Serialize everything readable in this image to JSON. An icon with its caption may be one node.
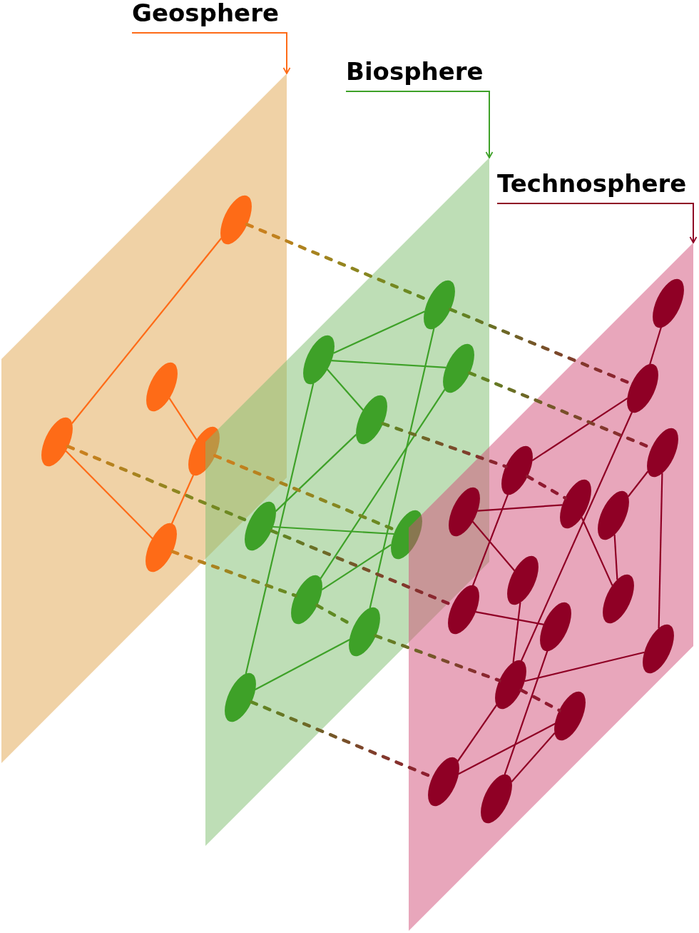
{
  "diagram": {
    "nodes": [
      {
        "text": [
          "Geosphere"
        ]
      },
      {
        "text": [],
        "shape": "parallelogram"
      },
      {
        "text": [],
        "shape": "ellipse",
        "in": 1
      },
      {
        "text": [],
        "shape": "ellipse",
        "in": 1
      },
      {
        "text": [],
        "shape": "ellipse",
        "in": 1
      },
      {
        "text": [],
        "shape": "ellipse",
        "in": 1
      },
      {
        "text": [],
        "shape": "ellipse",
        "in": 1
      },
      {
        "text": [
          "Biosphere"
        ]
      },
      {
        "text": [],
        "shape": "parallelogram"
      },
      {
        "text": [],
        "shape": "ellipse",
        "in": 8
      },
      {
        "text": [],
        "shape": "ellipse",
        "in": 8
      },
      {
        "text": [],
        "shape": "ellipse",
        "in": 8
      },
      {
        "text": [],
        "shape": "ellipse",
        "in": 8
      },
      {
        "text": [],
        "shape": "ellipse",
        "in": 8
      },
      {
        "text": [],
        "shape": "ellipse",
        "in": 8
      },
      {
        "text": [],
        "shape": "ellipse",
        "in": 8
      },
      {
        "text": [],
        "shape": "ellipse",
        "in": 8
      },
      {
        "text": [],
        "shape": "ellipse",
        "in": 8
      },
      {
        "text": [
          "Technosphere"
        ]
      },
      {
        "text": [],
        "shape": "parallelogram"
      },
      {
        "text": [],
        "shape": "ellipse",
        "in": 19
      },
      {
        "text": [],
        "shape": "ellipse",
        "in": 19
      },
      {
        "text": [],
        "shape": "ellipse",
        "in": 19
      },
      {
        "text": [],
        "shape": "ellipse",
        "in": 19
      },
      {
        "text": [],
        "shape": "ellipse",
        "in": 19
      },
      {
        "text": [],
        "shape": "ellipse"
      },
      {
        "text": [],
        "shape": "ellipse",
        "in": 19
      },
      {
        "text": [],
        "shape": "ellipse",
        "in": 19
      },
      {
        "text": [],
        "shape": "ellipse",
        "in": 19
      },
      {
        "text": [],
        "shape": "ellipse",
        "in": 19
      },
      {
        "text": [],
        "shape": "ellipse",
        "in": 19
      },
      {
        "text": [],
        "shape": "ellipse",
        "in": 19
      },
      {
        "text": [],
        "shape": "ellipse",
        "in": 19
      },
      {
        "text": [],
        "shape": "ellipse",
        "in": 19
      },
      {
        "text": [],
        "shape": "ellipse",
        "in": 19
      },
      {
        "text": [],
        "shape": "ellipse",
        "in": 19
      }
    ],
    "edges": [
      {
        "from": 0,
        "to": 1,
        "arrow": "to",
        "color": "#fe6b17"
      },
      {
        "from": 2,
        "to": 4,
        "arrow": "none",
        "color": "#fe6b17"
      },
      {
        "from": 3,
        "to": 5,
        "arrow": "none",
        "color": "#fe6b17"
      },
      {
        "from": 4,
        "to": 6,
        "arrow": "none",
        "color": "#fe6b17"
      },
      {
        "from": 5,
        "to": 6,
        "arrow": "none",
        "color": "#fe6b17"
      },
      {
        "from": 7,
        "to": 8,
        "arrow": "to",
        "color": "#3ea128"
      },
      {
        "from": 9,
        "to": 10,
        "arrow": "none",
        "color": "#3ea128"
      },
      {
        "from": 9,
        "to": 16,
        "arrow": "none",
        "color": "#3ea128"
      },
      {
        "from": 10,
        "to": 11,
        "arrow": "none",
        "color": "#3ea128"
      },
      {
        "from": 10,
        "to": 12,
        "arrow": "none",
        "color": "#3ea128"
      },
      {
        "from": 10,
        "to": 17,
        "arrow": "none",
        "color": "#3ea128"
      },
      {
        "from": 11,
        "to": 15,
        "arrow": "none",
        "color": "#3ea128"
      },
      {
        "from": 12,
        "to": 13,
        "arrow": "none",
        "color": "#3ea128"
      },
      {
        "from": 13,
        "to": 14,
        "arrow": "none",
        "color": "#3ea128"
      },
      {
        "from": 14,
        "to": 15,
        "arrow": "none",
        "color": "#3ea128"
      },
      {
        "from": 16,
        "to": 17,
        "arrow": "none",
        "color": "#3ea128"
      },
      {
        "from": 18,
        "to": 19,
        "arrow": "to"
      },
      {
        "from": 20,
        "to": 21,
        "arrow": "none"
      },
      {
        "from": 21,
        "to": 23,
        "arrow": "none"
      },
      {
        "from": 21,
        "to": 32,
        "arrow": "none"
      },
      {
        "from": 22,
        "to": 26,
        "arrow": "none"
      },
      {
        "from": 22,
        "to": 31,
        "arrow": "none"
      },
      {
        "from": 23,
        "to": 29,
        "arrow": "none"
      },
      {
        "from": 24,
        "to": 28,
        "arrow": "none"
      },
      {
        "from": 25,
        "to": 24,
        "arrow": "none"
      },
      {
        "from": 25,
        "to": 27,
        "arrow": "none"
      },
      {
        "from": 26,
        "to": 28,
        "arrow": "none"
      },
      {
        "from": 27,
        "to": 32,
        "arrow": "none"
      },
      {
        "from": 29,
        "to": 30,
        "arrow": "none"
      },
      {
        "from": 30,
        "to": 35,
        "arrow": "none"
      },
      {
        "from": 31,
        "to": 32,
        "arrow": "none"
      },
      {
        "from": 32,
        "to": 34,
        "arrow": "none"
      },
      {
        "from": 33,
        "to": 34,
        "arrow": "none"
      },
      {
        "from": 33,
        "to": 35,
        "arrow": "none"
      },
      {
        "from": 2,
        "to": 9,
        "arrow": "none",
        "style": "dashed"
      },
      {
        "from": 9,
        "to": 21,
        "arrow": "none",
        "style": "dashed"
      },
      {
        "from": 4,
        "to": 13,
        "arrow": "none",
        "style": "dashed"
      },
      {
        "from": 13,
        "to": 29,
        "arrow": "none",
        "style": "dashed"
      },
      {
        "from": 5,
        "to": 14,
        "arrow": "none",
        "style": "dashed"
      },
      {
        "from": 11,
        "to": 22,
        "arrow": "none",
        "style": "dashed"
      },
      {
        "from": 12,
        "to": 23,
        "arrow": "none",
        "style": "dashed"
      },
      {
        "from": 23,
        "to": 24,
        "arrow": "none",
        "style": "dashed"
      },
      {
        "from": 6,
        "to": 15,
        "arrow": "none",
        "style": "dashed"
      },
      {
        "from": 15,
        "to": 16,
        "arrow": "none",
        "style": "dashed"
      },
      {
        "from": 16,
        "to": 32,
        "arrow": "none",
        "style": "dashed"
      },
      {
        "from": 32,
        "to": 33,
        "arrow": "none",
        "style": "dashed"
      },
      {
        "from": 17,
        "to": 34,
        "arrow": "none",
        "style": "dashed"
      }
    ]
  }
}
